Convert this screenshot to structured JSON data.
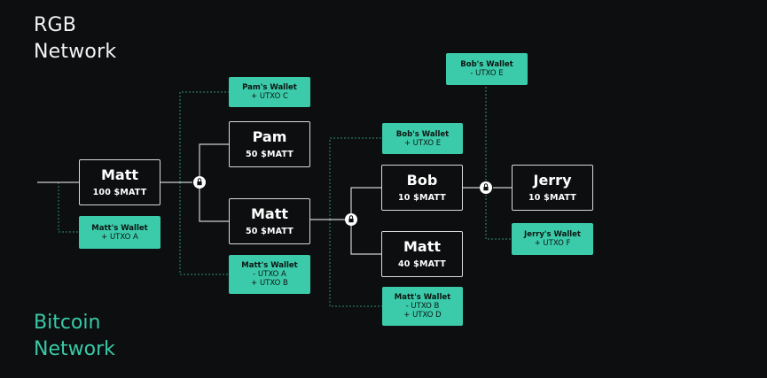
{
  "title_lines": [
    "RGB",
    "Network"
  ],
  "bitcoin_lines": [
    "Bitcoin",
    "Network"
  ],
  "nodes": [
    {
      "id": "matt-1",
      "name": "Matt",
      "amount": "100 $MATT"
    },
    {
      "id": "pam",
      "name": "Pam",
      "amount": "50 $MATT"
    },
    {
      "id": "matt-2",
      "name": "Matt",
      "amount": "50 $MATT"
    },
    {
      "id": "bob",
      "name": "Bob",
      "amount": "10 $MATT"
    },
    {
      "id": "matt-3",
      "name": "Matt",
      "amount": "40 $MATT"
    },
    {
      "id": "jerry",
      "name": "Jerry",
      "amount": "10 $MATT"
    }
  ],
  "wallets": [
    {
      "id": "matts-wallet-1",
      "name": "Matt's Wallet",
      "lines": [
        "+ UTXO A"
      ]
    },
    {
      "id": "pams-wallet",
      "name": "Pam's Wallet",
      "lines": [
        "+ UTXO C"
      ]
    },
    {
      "id": "matts-wallet-2",
      "name": "Matt's Wallet",
      "lines": [
        "- UTXO A",
        "+ UTXO B"
      ]
    },
    {
      "id": "bobs-wallet-1",
      "name": "Bob's Wallet",
      "lines": [
        "+ UTXO E"
      ]
    },
    {
      "id": "matts-wallet-3",
      "name": "Matt's Wallet",
      "lines": [
        "- UTXO B",
        "+ UTXO D"
      ]
    },
    {
      "id": "bobs-wallet-2",
      "name": "Bob's Wallet",
      "lines": [
        "- UTXO E"
      ]
    },
    {
      "id": "jerrys-wallet",
      "name": "Jerry's Wallet",
      "lines": [
        "+ UTXO F"
      ]
    }
  ],
  "colors": {
    "background": "#0c0e0f",
    "node_border": "#d9d9d9",
    "wallet_fill": "#3ccbaa",
    "bitcoin_text": "#39c9a7",
    "dashed_line": "#2f8f78",
    "solid_line": "#cfcfcf"
  },
  "icons": {
    "junction": "lock-icon"
  }
}
